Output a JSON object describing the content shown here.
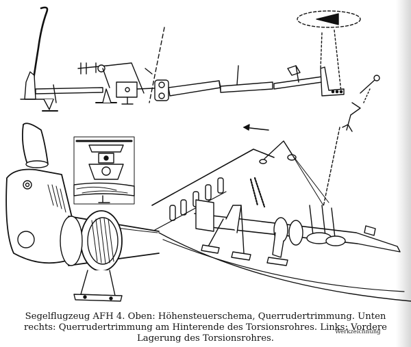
{
  "caption": {
    "line1": "Segelflugzeug AFH 4. Oben: Höhensteuerschema, Querrudertrimmung. Unten",
    "line2": "rechts: Querrudertrimmung am Hinterende des Torsionsrohres. Links: Vordere",
    "line3": "Lagerung des Torsionsrohres."
  },
  "credit": "Werkzeichnung"
}
